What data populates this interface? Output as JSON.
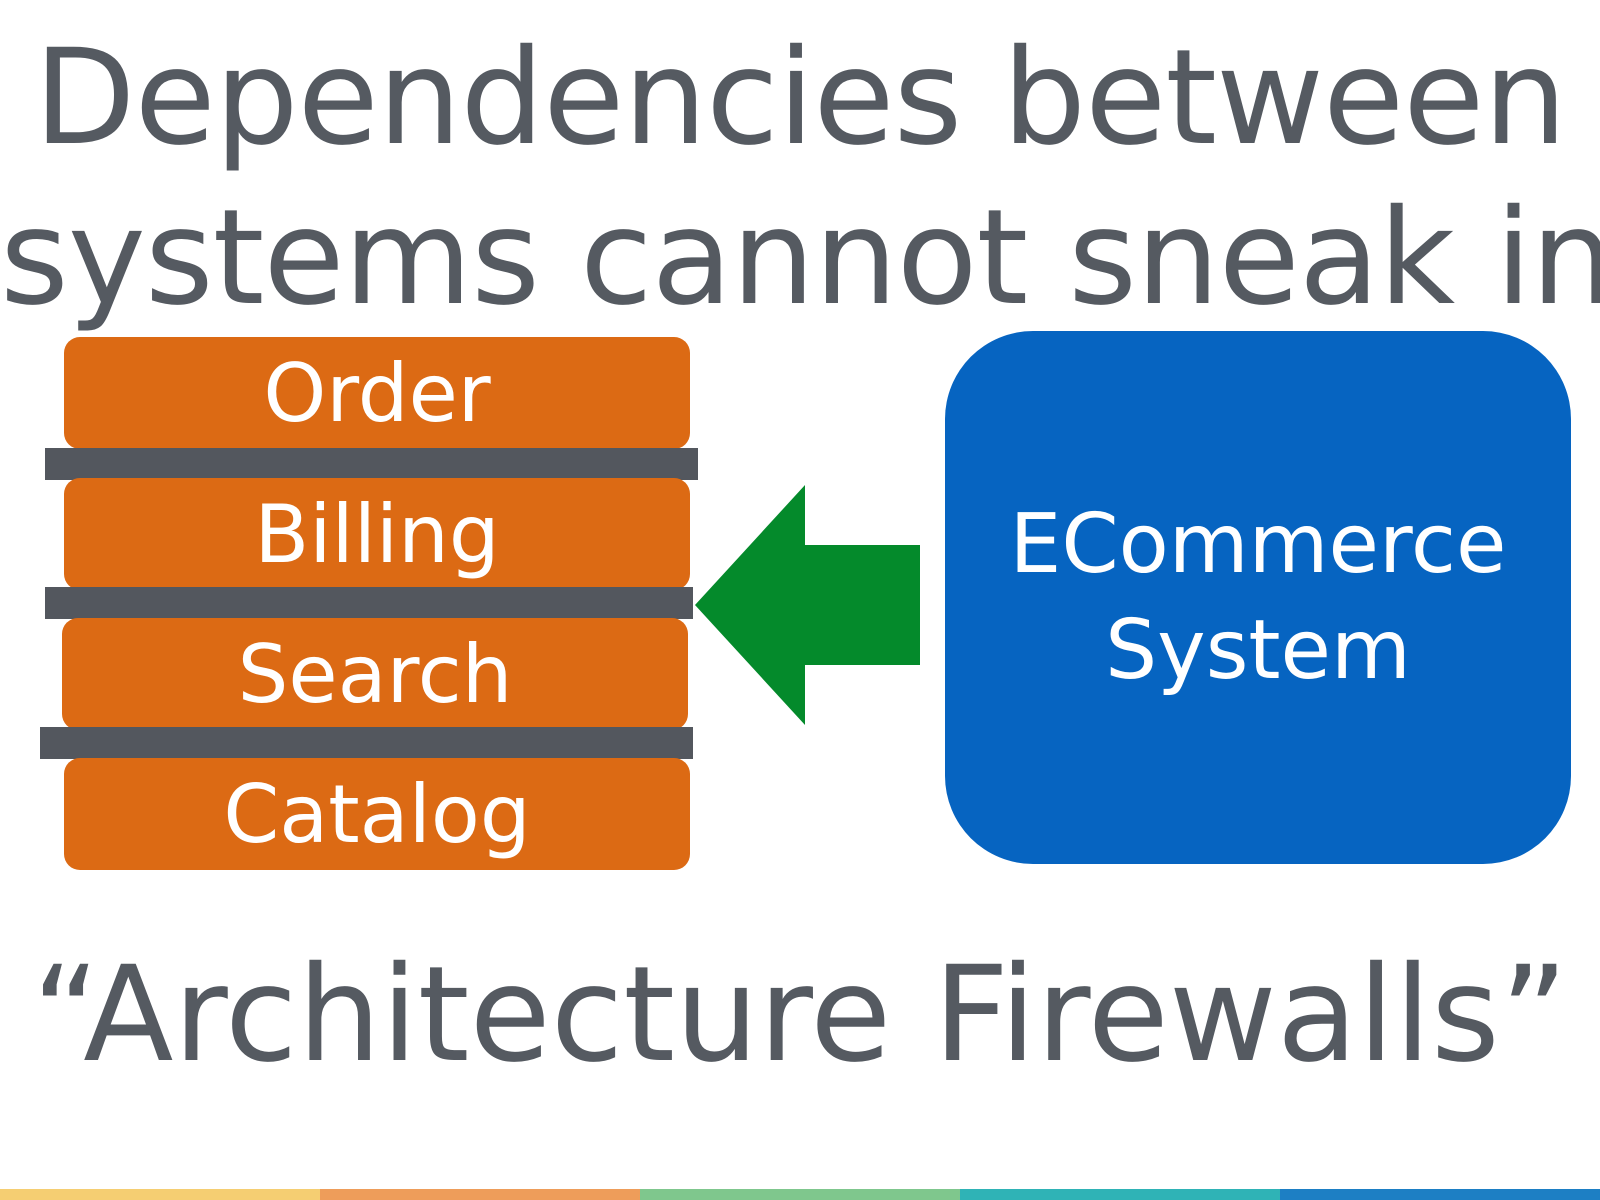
{
  "title": {
    "line1": "Dependencies between",
    "line2": "systems cannot sneak in"
  },
  "modules": [
    {
      "label": "Order"
    },
    {
      "label": "Billing"
    },
    {
      "label": "Search"
    },
    {
      "label": "Catalog"
    }
  ],
  "system": {
    "line1": "ECommerce",
    "line2": "System"
  },
  "caption": "“Architecture Firewalls”",
  "colors": {
    "module": "#dc6a14",
    "firewall": "#53575e",
    "arrow": "#048a2b",
    "system": "#0664c1",
    "text": "#555a61",
    "footer": [
      "#f5ce72",
      "#ee9d5a",
      "#7fc78d",
      "#2fb3b6",
      "#1d7fc4"
    ]
  }
}
